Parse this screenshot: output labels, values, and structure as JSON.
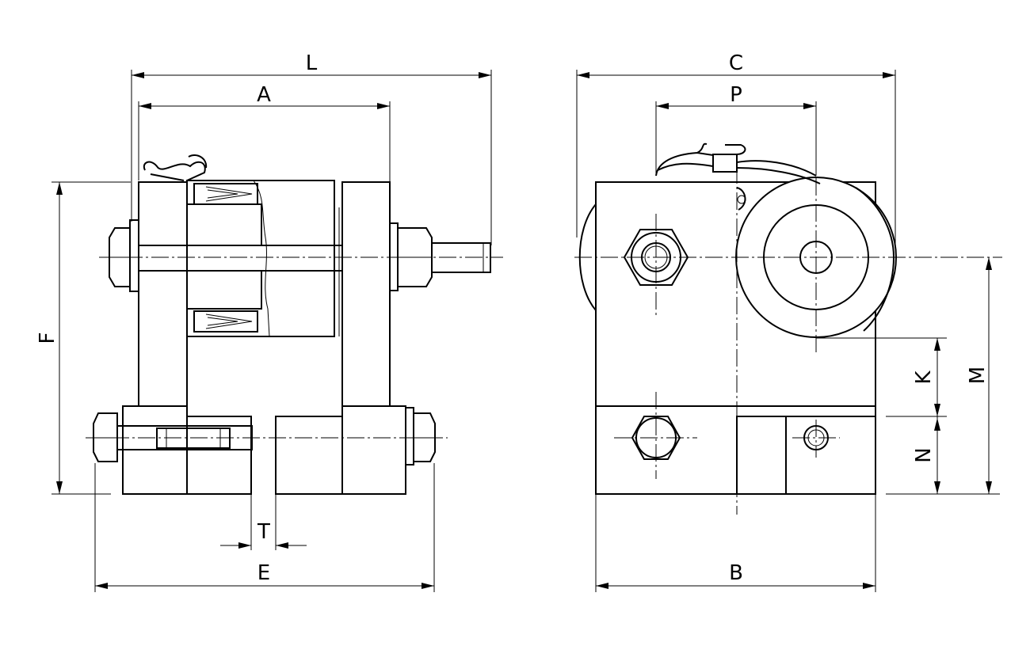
{
  "labels": {
    "L": "L",
    "A": "A",
    "F": "F",
    "T": "T",
    "E": "E",
    "C": "C",
    "P": "P",
    "K": "K",
    "M": "M",
    "N": "N",
    "B": "B"
  },
  "colors": {
    "line": "#000000",
    "background": "#ffffff"
  }
}
